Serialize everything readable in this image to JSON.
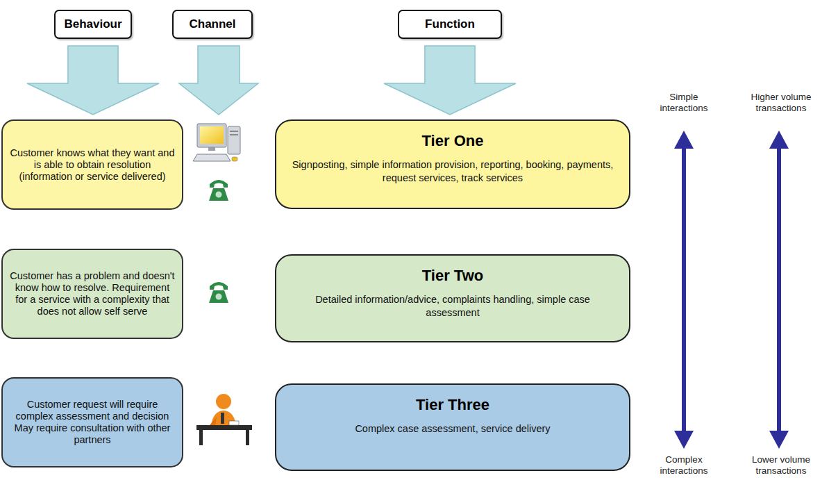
{
  "diagram": {
    "nodes": [
      {
        "text": [
          "Behaviour"
        ]
      },
      {
        "text": [
          "Channel"
        ]
      },
      {
        "text": [
          "Function"
        ]
      },
      {
        "text": [
          "Customer knows what they want and is able to obtain resolution (information or service delivered)"
        ]
      },
      {
        "text": [
          "Tier One",
          "Signposting, simple information provision, reporting, booking, payments, request services, track services"
        ]
      },
      {
        "text": [
          "Customer has a problem and doesn't know how to resolve. Requirement for a service with a complexity that does not allow self serve"
        ]
      },
      {
        "text": [
          "Tier Two",
          "Detailed information/advice, complaints handling, simple case assessment"
        ]
      },
      {
        "text": [
          "Customer request will require complex assessment and decision May require consultation with other partners"
        ]
      },
      {
        "text": [
          "Tier Three",
          "Complex case assessment, service delivery"
        ]
      }
    ],
    "edges": [
      {
        "from": 0,
        "to": 3,
        "arrow": "to"
      },
      {
        "from": 2,
        "to": 4,
        "arrow": "to"
      }
    ],
    "labels": [
      "Simple interactions",
      "Higher volume transactions",
      "Complex interactions",
      "Lower volume transactions"
    ]
  }
}
